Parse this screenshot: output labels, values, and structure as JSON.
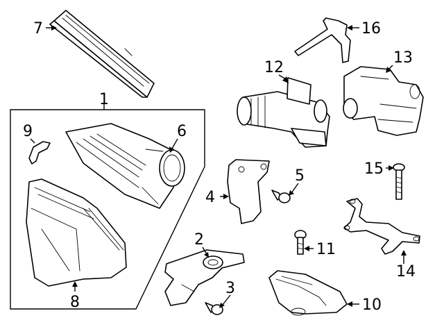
{
  "callouts": {
    "c1": "1",
    "c2": "2",
    "c3": "3",
    "c4": "4",
    "c5": "5",
    "c6": "6",
    "c7": "7",
    "c8": "8",
    "c9": "9",
    "c10": "10",
    "c11": "11",
    "c12": "12",
    "c13": "13",
    "c14": "14",
    "c15": "15",
    "c16": "16"
  },
  "colors": {
    "ink": "#000000",
    "paper": "#ffffff"
  }
}
